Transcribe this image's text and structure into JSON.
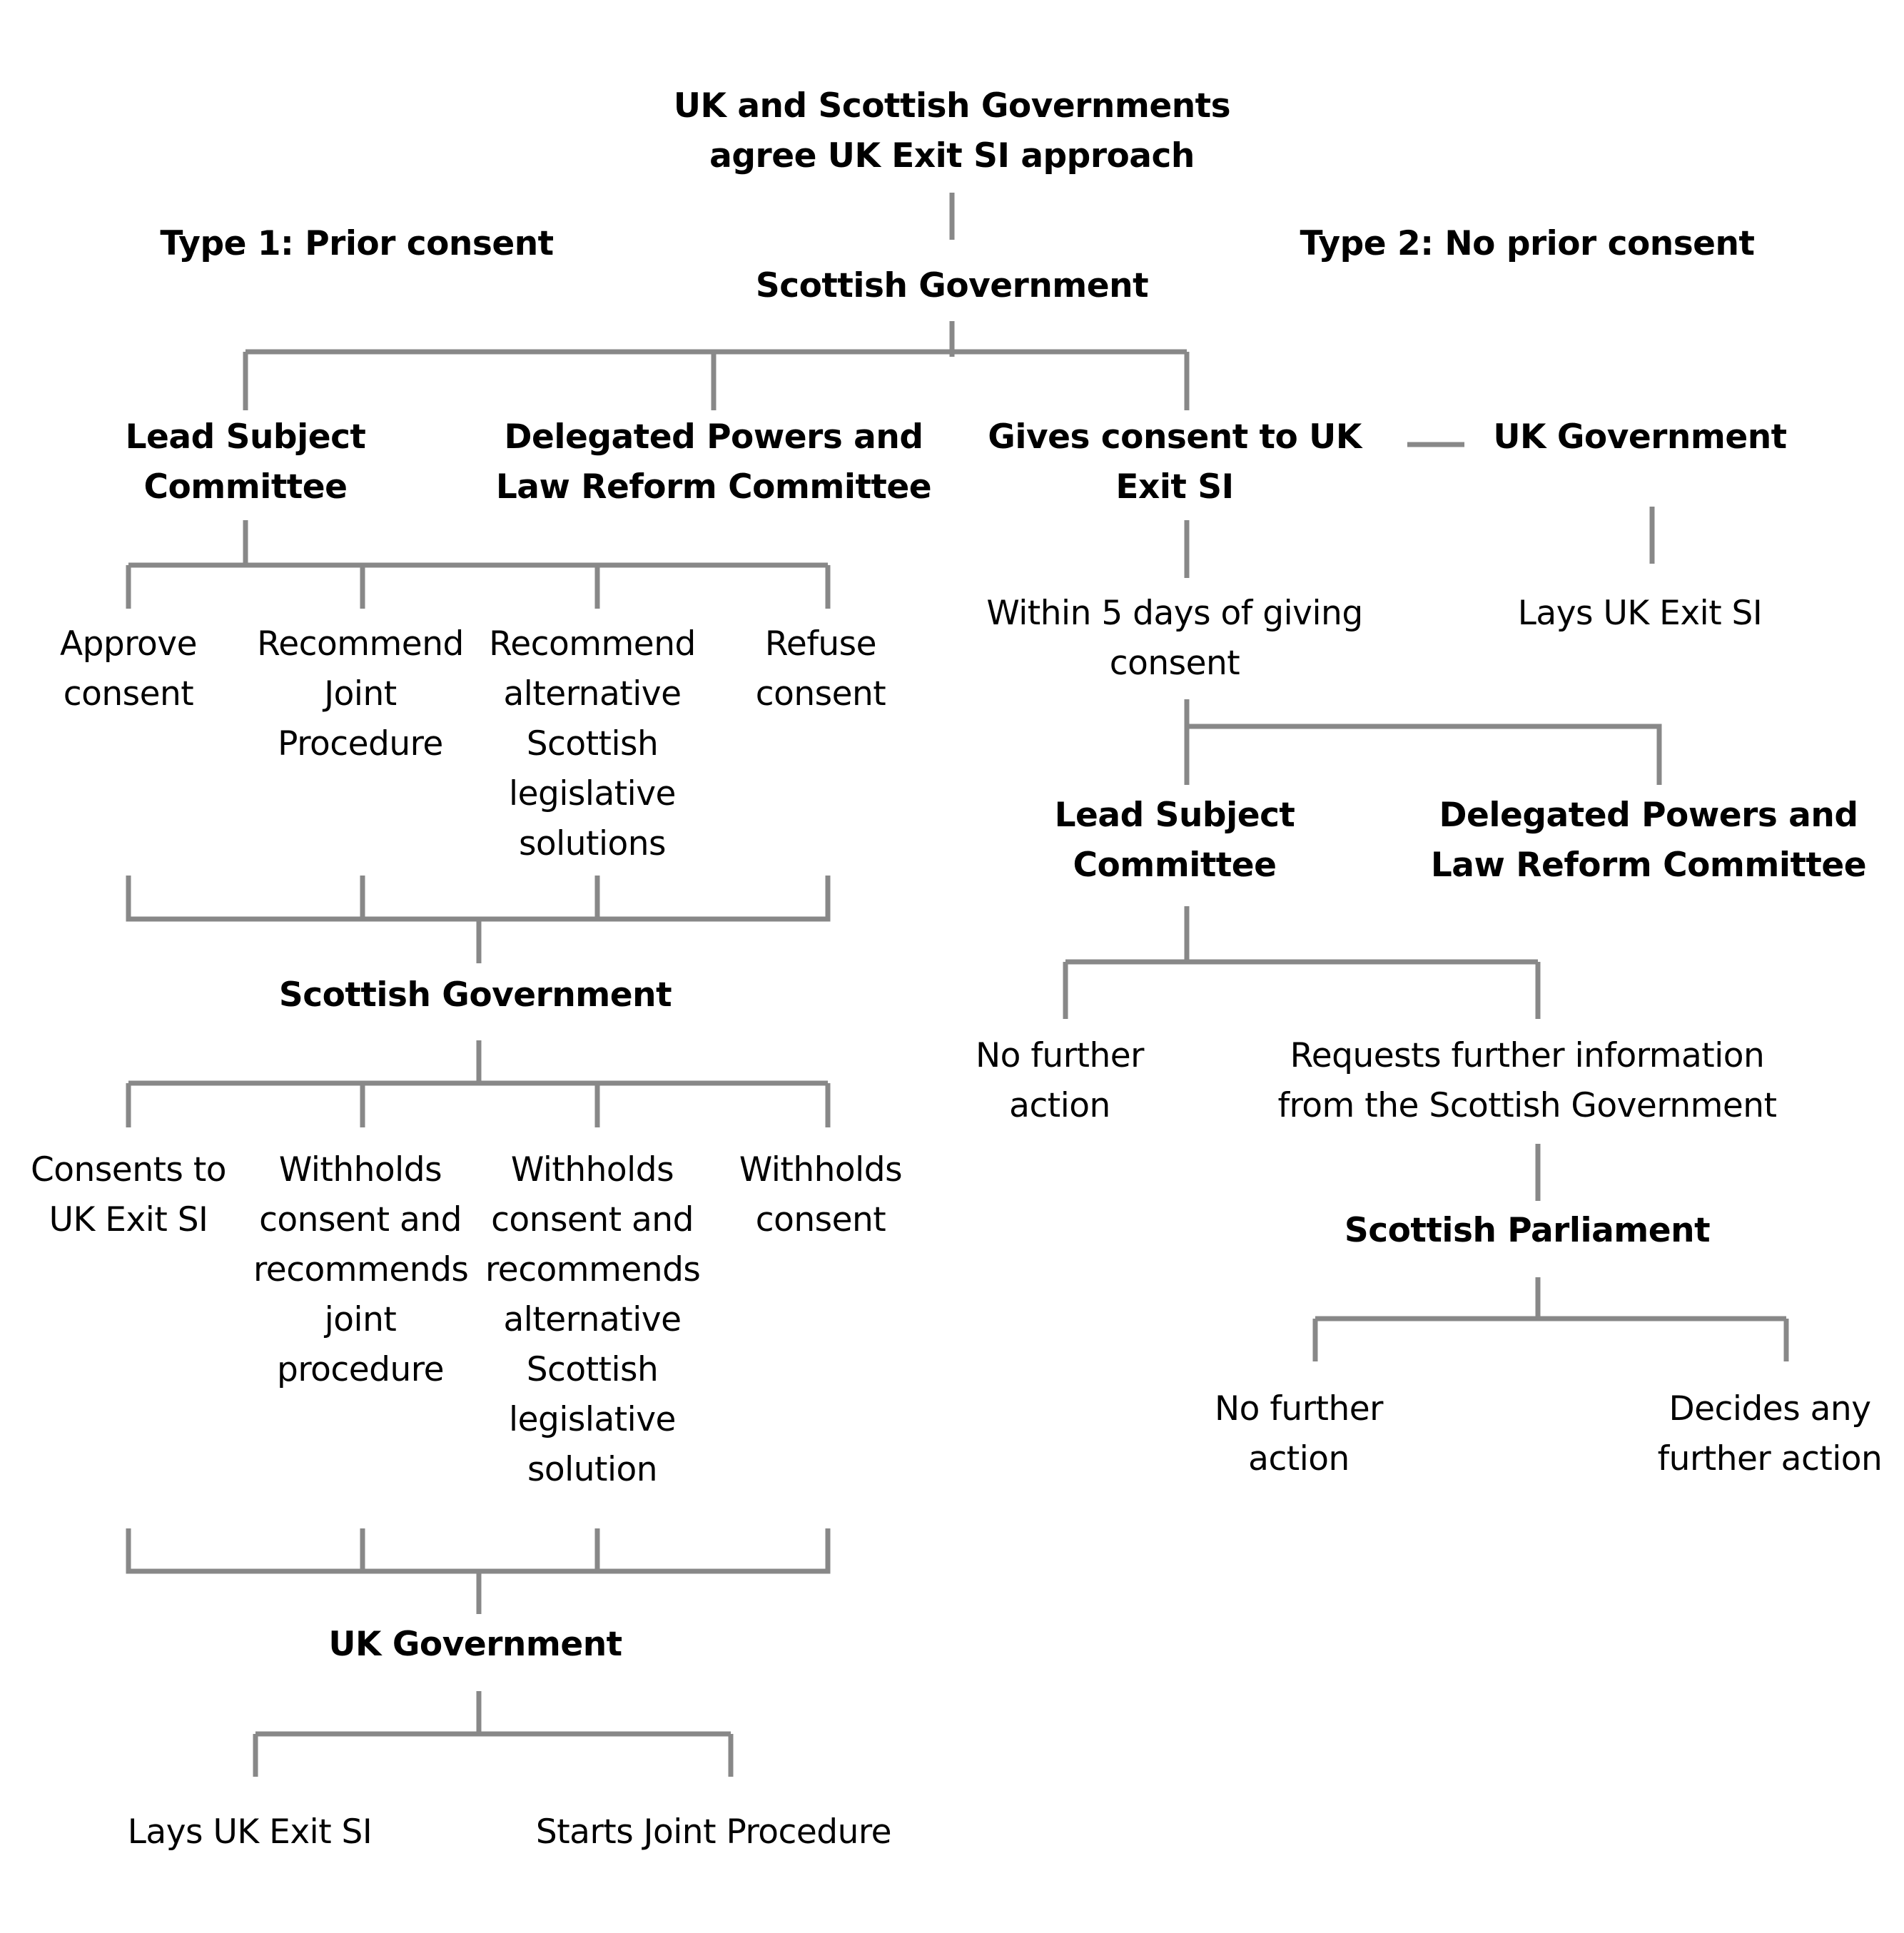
{
  "colors": {
    "connector": "#888888",
    "text": "#000000",
    "background": "#ffffff"
  },
  "top": {
    "title": "UK and Scottish Governments\nagree UK Exit SI approach",
    "scottish_government": "Scottish Government"
  },
  "type1": {
    "heading": "Type 1: Prior consent",
    "lead_subject_committee": "Lead Subject\nCommittee",
    "dplr_committee": "Delegated Powers and\nLaw Reform Committee",
    "committee_options": [
      "Approve\nconsent",
      "Recommend\nJoint\nProcedure",
      "Recommend\nalternative\nScottish\nlegislative\nsolutions",
      "Refuse\nconsent"
    ],
    "scottish_government": "Scottish Government",
    "government_options": [
      "Consents to\nUK Exit SI",
      "Withholds\nconsent and\nrecommends\njoint\nprocedure",
      "Withholds\nconsent and\nrecommends\nalternative\nScottish\nlegislative\nsolution",
      "Withholds\nconsent"
    ],
    "uk_government": "UK Government",
    "uk_outcomes": [
      "Lays UK Exit SI",
      "Starts Joint Procedure"
    ]
  },
  "type2": {
    "heading": "Type 2: No prior consent",
    "gives_consent": "Gives consent to UK\nExit SI",
    "uk_government": "UK Government",
    "lays": "Lays UK Exit SI",
    "within_5_days": "Within 5 days of giving\nconsent",
    "lead_subject_committee": "Lead Subject\nCommittee",
    "dplr_committee": "Delegated Powers and\nLaw Reform Committee",
    "no_further_action": "No further\naction",
    "requests_info": "Requests further information\nfrom the Scottish Government",
    "scottish_parliament": "Scottish Parliament",
    "parliament_outcomes": [
      "No further\naction",
      "Decides any\nfurther action"
    ]
  }
}
